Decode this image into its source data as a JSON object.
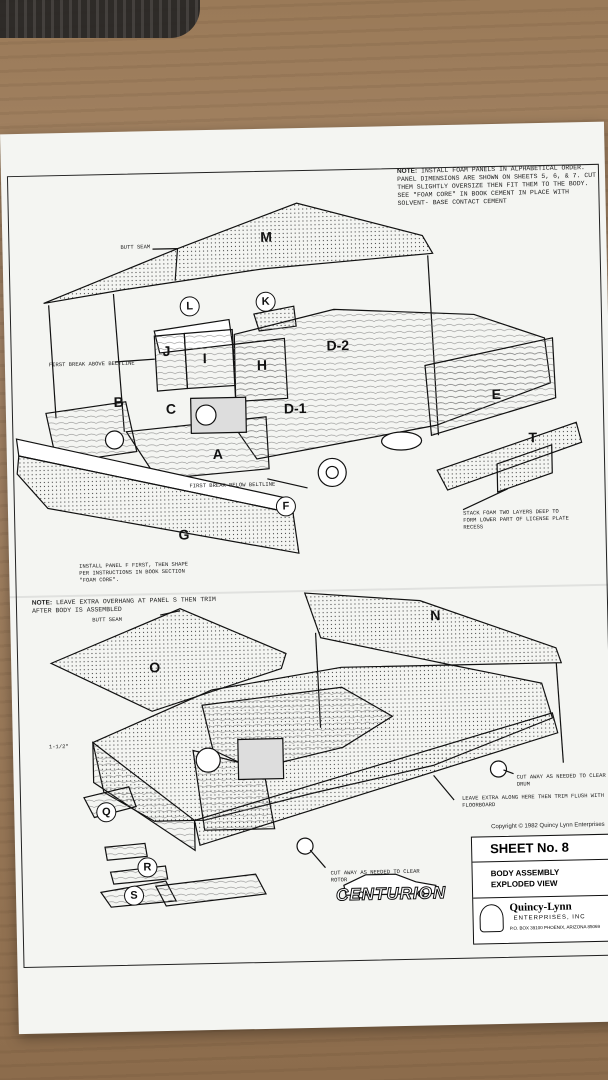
{
  "notes": {
    "top_prefix": "NOTE:",
    "top_body": "INSTALL FOAM PANELS IN ALPHABETICAL ORDER. PANEL DIMENSIONS ARE SHOWN ON SHEETS 5, 6, & 7. CUT THEM SLIGHTLY OVERSIZE THEN FIT THEM TO THE BODY. SEE \"FOAM CORE\" IN BOOK CEMENT IN PLACE WITH SOLVENT- BASE CONTACT CEMENT",
    "mid_prefix": "NOTE:",
    "mid_body": "LEAVE EXTRA OVERHANG AT PANEL S THEN TRIM AFTER BODY IS ASSEMBLED"
  },
  "callouts": {
    "butt_seam_top": "BUTT SEAM",
    "first_break_above": "FIRST BREAK ABOVE BELTLINE",
    "first_break_below": "FIRST BREAK BELOW BELTLINE",
    "install_panel_f": "INSTALL PANEL F FIRST, THEN SHAPE PER INSTRUCTIONS IN BOOK SECTION \"FOAM CORE\".",
    "stack_foam": "STACK FOAM TWO LAYERS DEEP TO FORM LOWER PART OF LICENSE PLATE RECESS",
    "butt_seam_bottom": "BUTT SEAM",
    "cut_away_drum": "CUT AWAY AS NEEDED TO CLEAR DRUM",
    "leave_extra": "LEAVE EXTRA ALONG HERE THEN TRIM FLUSH WITH FLOORBOARD",
    "cut_away_rotor": "CUT AWAY AS NEEDED TO CLEAR ROTOR",
    "dim_1": "1-1/2\""
  },
  "panel_letters": {
    "M": "M",
    "L": "L",
    "K": "K",
    "J": "J",
    "I": "I",
    "H": "H",
    "D2": "D-2",
    "B": "B",
    "C": "C",
    "D1": "D-1",
    "A": "A",
    "E": "E",
    "T": "T",
    "F": "F",
    "G": "G",
    "N": "N",
    "O": "O",
    "Q": "Q",
    "R": "R",
    "S": "S"
  },
  "title_block": {
    "copyright": "Copyright © 1982 Quincy Lynn Enterprises",
    "sheet": "SHEET No. 8",
    "subtitle_1": "BODY ASSEMBLY",
    "subtitle_2": "EXPLODED VIEW",
    "company": "Quincy-Lynn",
    "company_sub": "ENTERPRISES, INC",
    "address": "P.O. BOX 39100 PHOENIX, ARIZONA 85069"
  },
  "brand": "CENTURION"
}
